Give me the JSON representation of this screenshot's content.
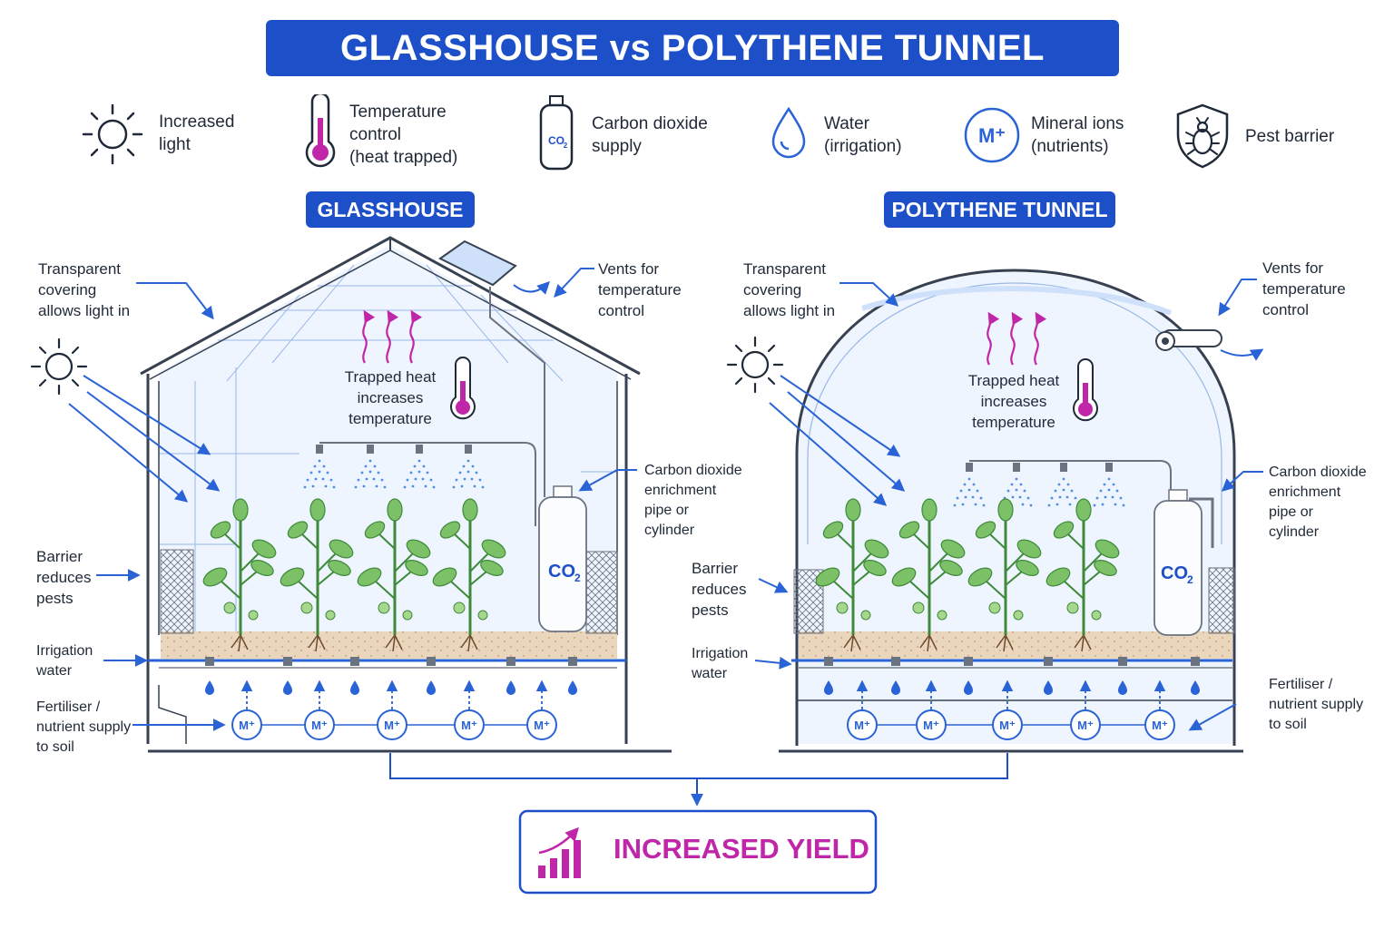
{
  "title": "GLASSHOUSE vs POLYTHENE TUNNEL",
  "legend": [
    {
      "icon": "sun-icon",
      "lines": [
        "Increased",
        "light"
      ]
    },
    {
      "icon": "thermometer-icon",
      "lines": [
        "Temperature",
        "control",
        "(heat trapped)"
      ]
    },
    {
      "icon": "co2-cylinder-icon",
      "lines": [
        "Carbon dioxide",
        "supply"
      ]
    },
    {
      "icon": "water-drop-icon",
      "lines": [
        "Water",
        "(irrigation)"
      ]
    },
    {
      "icon": "mineral-ion-icon",
      "lines": [
        "Mineral ions",
        "(nutrients)"
      ]
    },
    {
      "icon": "pest-shield-icon",
      "lines": [
        "Pest barrier"
      ]
    }
  ],
  "glasshouse": {
    "title": "GLASSHOUSE",
    "callouts": {
      "transparent": [
        "Transparent",
        "covering",
        "allows light in"
      ],
      "vents": [
        "Vents for",
        "temperature",
        "control"
      ],
      "heat": [
        "Trapped heat",
        "increases",
        "temperature"
      ],
      "co2": [
        "Carbon dioxide",
        "enrichment",
        "pipe or",
        "cylinder"
      ],
      "barrier": [
        "Barrier",
        "reduces",
        "pests"
      ],
      "irrigation": [
        "Irrigation",
        "water"
      ],
      "fertiliser": [
        "Fertiliser /",
        "nutrient supply",
        "to soil"
      ]
    }
  },
  "tunnel": {
    "title": "POLYTHENE TUNNEL",
    "callouts": {
      "transparent": [
        "Transparent",
        "covering",
        "allows light in"
      ],
      "vents": [
        "Vents for",
        "temperature",
        "control"
      ],
      "heat": [
        "Trapped heat",
        "increases",
        "temperature"
      ],
      "co2": [
        "Carbon dioxide",
        "enrichment",
        "pipe or",
        "cylinder"
      ],
      "barrier": [
        "Barrier",
        "reduces",
        "pests"
      ],
      "irrigation": [
        "Irrigation",
        "water"
      ],
      "fertiliser": [
        "Fertiliser /",
        "nutrient supply",
        "to soil"
      ]
    }
  },
  "labels": {
    "co2": "CO",
    "co2_sub": "2",
    "mineral_ion": "M⁺"
  },
  "result": {
    "label": "INCREASED YIELD",
    "icon": "growth-chart-icon"
  },
  "colors": {
    "primary": "#1d4fc9",
    "arrow": "#2a63d6",
    "magenta": "#c026a8",
    "leaf": "#7cc068",
    "soil": "#e8d3b8",
    "glass": "#e8f1fd"
  }
}
